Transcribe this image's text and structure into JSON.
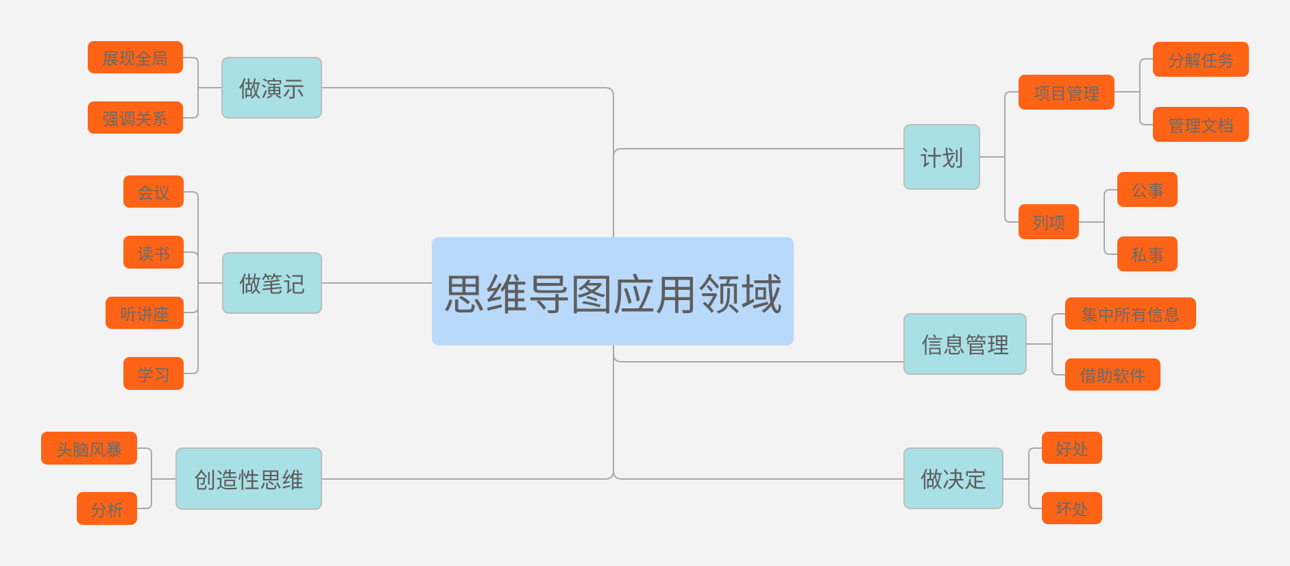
{
  "root": {
    "label": "思维导图应用领域"
  },
  "topics": [
    {
      "label": "做演示",
      "children": [
        {
          "label": "展现全局"
        },
        {
          "label": "强调关系"
        }
      ]
    },
    {
      "label": "做笔记",
      "children": [
        {
          "label": "会议"
        },
        {
          "label": "读书"
        },
        {
          "label": "听讲座"
        },
        {
          "label": "学习"
        }
      ]
    },
    {
      "label": "创造性思维",
      "children": [
        {
          "label": "头脑风暴"
        },
        {
          "label": "分析"
        }
      ]
    },
    {
      "label": "计划",
      "children": [
        {
          "label": "项目管理",
          "children": [
            {
              "label": "分解任务"
            },
            {
              "label": "管理文档"
            }
          ]
        },
        {
          "label": "列项",
          "children": [
            {
              "label": "公事"
            },
            {
              "label": "私事"
            }
          ]
        }
      ]
    },
    {
      "label": "信息管理",
      "children": [
        {
          "label": "集中所有信息"
        },
        {
          "label": "借助软件"
        }
      ]
    },
    {
      "label": "做决定",
      "children": [
        {
          "label": "好处"
        },
        {
          "label": "坏处"
        }
      ]
    }
  ],
  "colors": {
    "background": "#F3F3F3",
    "root_fill": "#B8D9FA",
    "topic_fill": "#A9E0E5",
    "leaf_fill": "#FF6315",
    "line": "#A8A8A8",
    "text": "#5E5E5E"
  }
}
